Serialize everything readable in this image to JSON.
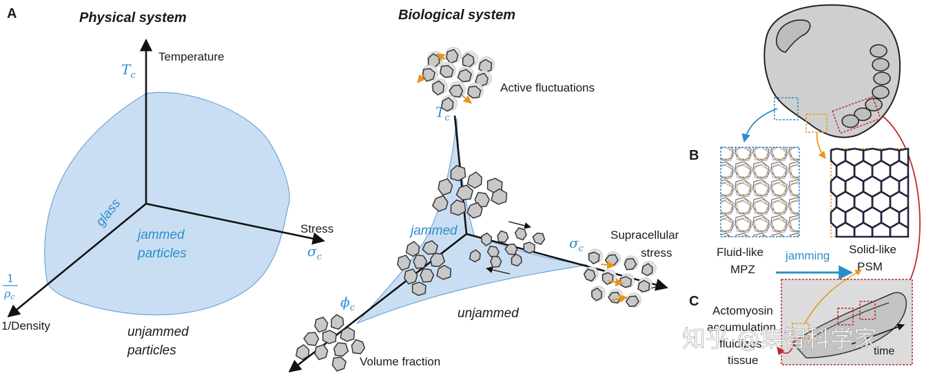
{
  "panel_labels": {
    "a": "A",
    "b": "B",
    "c": "C"
  },
  "physical": {
    "title": "Physical system",
    "axis_temperature": "Temperature",
    "axis_stress": "Stress",
    "axis_density": "1/Density",
    "tc_label": "T",
    "tc_sub": "c",
    "sigma_label": "σ",
    "sigma_sub": "c",
    "rho_num": "1",
    "rho_den": "ρ",
    "rho_sub": "c",
    "glass": "glass",
    "jammed_line1": "jammed",
    "jammed_line2": "particles",
    "unjammed_line1": "unjammed",
    "unjammed_line2": "particles"
  },
  "biological": {
    "title": "Biological system",
    "active": "Active fluctuations",
    "supra_line1": "Supracellular",
    "supra_line2": "stress",
    "volume": "Volume fraction",
    "tc_label": "T",
    "tc_sub": "c",
    "sigma_label": "σ",
    "sigma_sub": "c",
    "phi_label": "ϕ",
    "phi_sub": "c",
    "jammed": "jammed",
    "unjammed": "unjammed"
  },
  "embryo": {
    "fluid_line1": "Fluid-like",
    "fluid_line2": "MPZ",
    "solid_line1": "Solid-like",
    "solid_line2": "PSM",
    "jamming": "jamming",
    "acto_line1": "Actomyosin",
    "acto_line2": "accumulation",
    "acto_line3": "fluidizes",
    "acto_line4": "tissue",
    "time": "time"
  },
  "watermark": "知乎 @集智科学家",
  "colors": {
    "blue_accent": "#2a8fc9",
    "region_fill": "#c9def3",
    "orange": "#e8951e",
    "red": "#c0282d",
    "cell_fill": "#c8c8c8"
  }
}
